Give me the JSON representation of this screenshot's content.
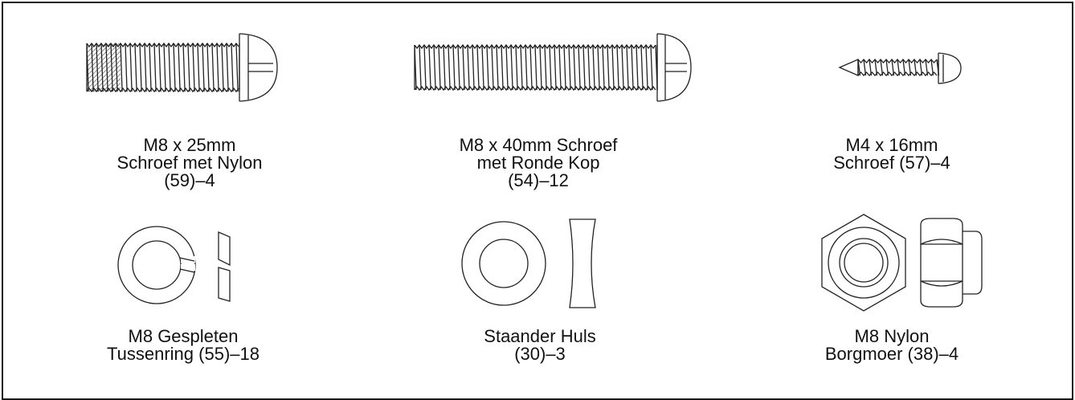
{
  "parts": [
    {
      "id": "screw-m8x25",
      "lines": [
        "M8 x 25mm",
        "Schroef met Nylon",
        "(59)–4"
      ],
      "icon": "hex-screw-nylon-patch-icon"
    },
    {
      "id": "screw-m8x40",
      "lines": [
        "M8 x 40mm Schroef",
        "met Ronde Kop",
        "(54)–12"
      ],
      "icon": "round-head-screw-icon"
    },
    {
      "id": "screw-m4x16",
      "lines": [
        "M4 x 16mm",
        "Schroef (57)–4"
      ],
      "icon": "tapping-screw-icon"
    },
    {
      "id": "split-washer",
      "lines": [
        "M8 Gespleten",
        "Tussenring (55)–18"
      ],
      "icon": "split-lock-washer-icon"
    },
    {
      "id": "spacer",
      "lines": [
        "Staander Huls",
        "(30)–3"
      ],
      "icon": "spacer-sleeve-icon"
    },
    {
      "id": "nylon-nut",
      "lines": [
        "M8 Nylon",
        "Borgmoer (38)–4"
      ],
      "icon": "nylon-lock-nut-icon"
    }
  ]
}
